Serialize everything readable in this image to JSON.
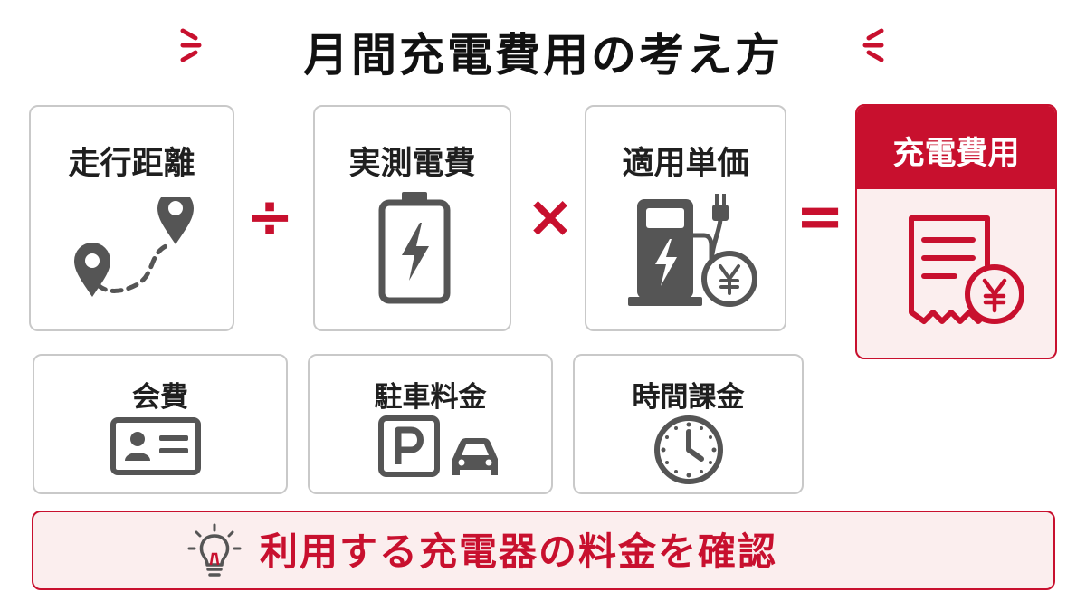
{
  "title": "月間充電費用の考え方",
  "formula": {
    "items": [
      {
        "label": "走行距離",
        "icon": "route-map-icon"
      },
      {
        "label": "実測電費",
        "icon": "battery-charging-icon"
      },
      {
        "label": "適用単価",
        "icon": "charging-station-yen-icon"
      }
    ],
    "operators": [
      "÷",
      "×",
      "="
    ],
    "result": {
      "label": "充電費用",
      "icon": "receipt-yen-icon"
    }
  },
  "extras": [
    {
      "label": "会費",
      "icon": "member-card-icon"
    },
    {
      "label": "駐車料金",
      "icon": "parking-car-icon"
    },
    {
      "label": "時間課金",
      "icon": "clock-icon"
    }
  ],
  "banner": {
    "text": "利用する充電器の料金を確認",
    "icon": "lightbulb-icon"
  },
  "colors": {
    "accent": "#c8102e",
    "icon_gray": "#555555",
    "border": "#c9c9c9",
    "accent_bg": "#fbeeee"
  }
}
